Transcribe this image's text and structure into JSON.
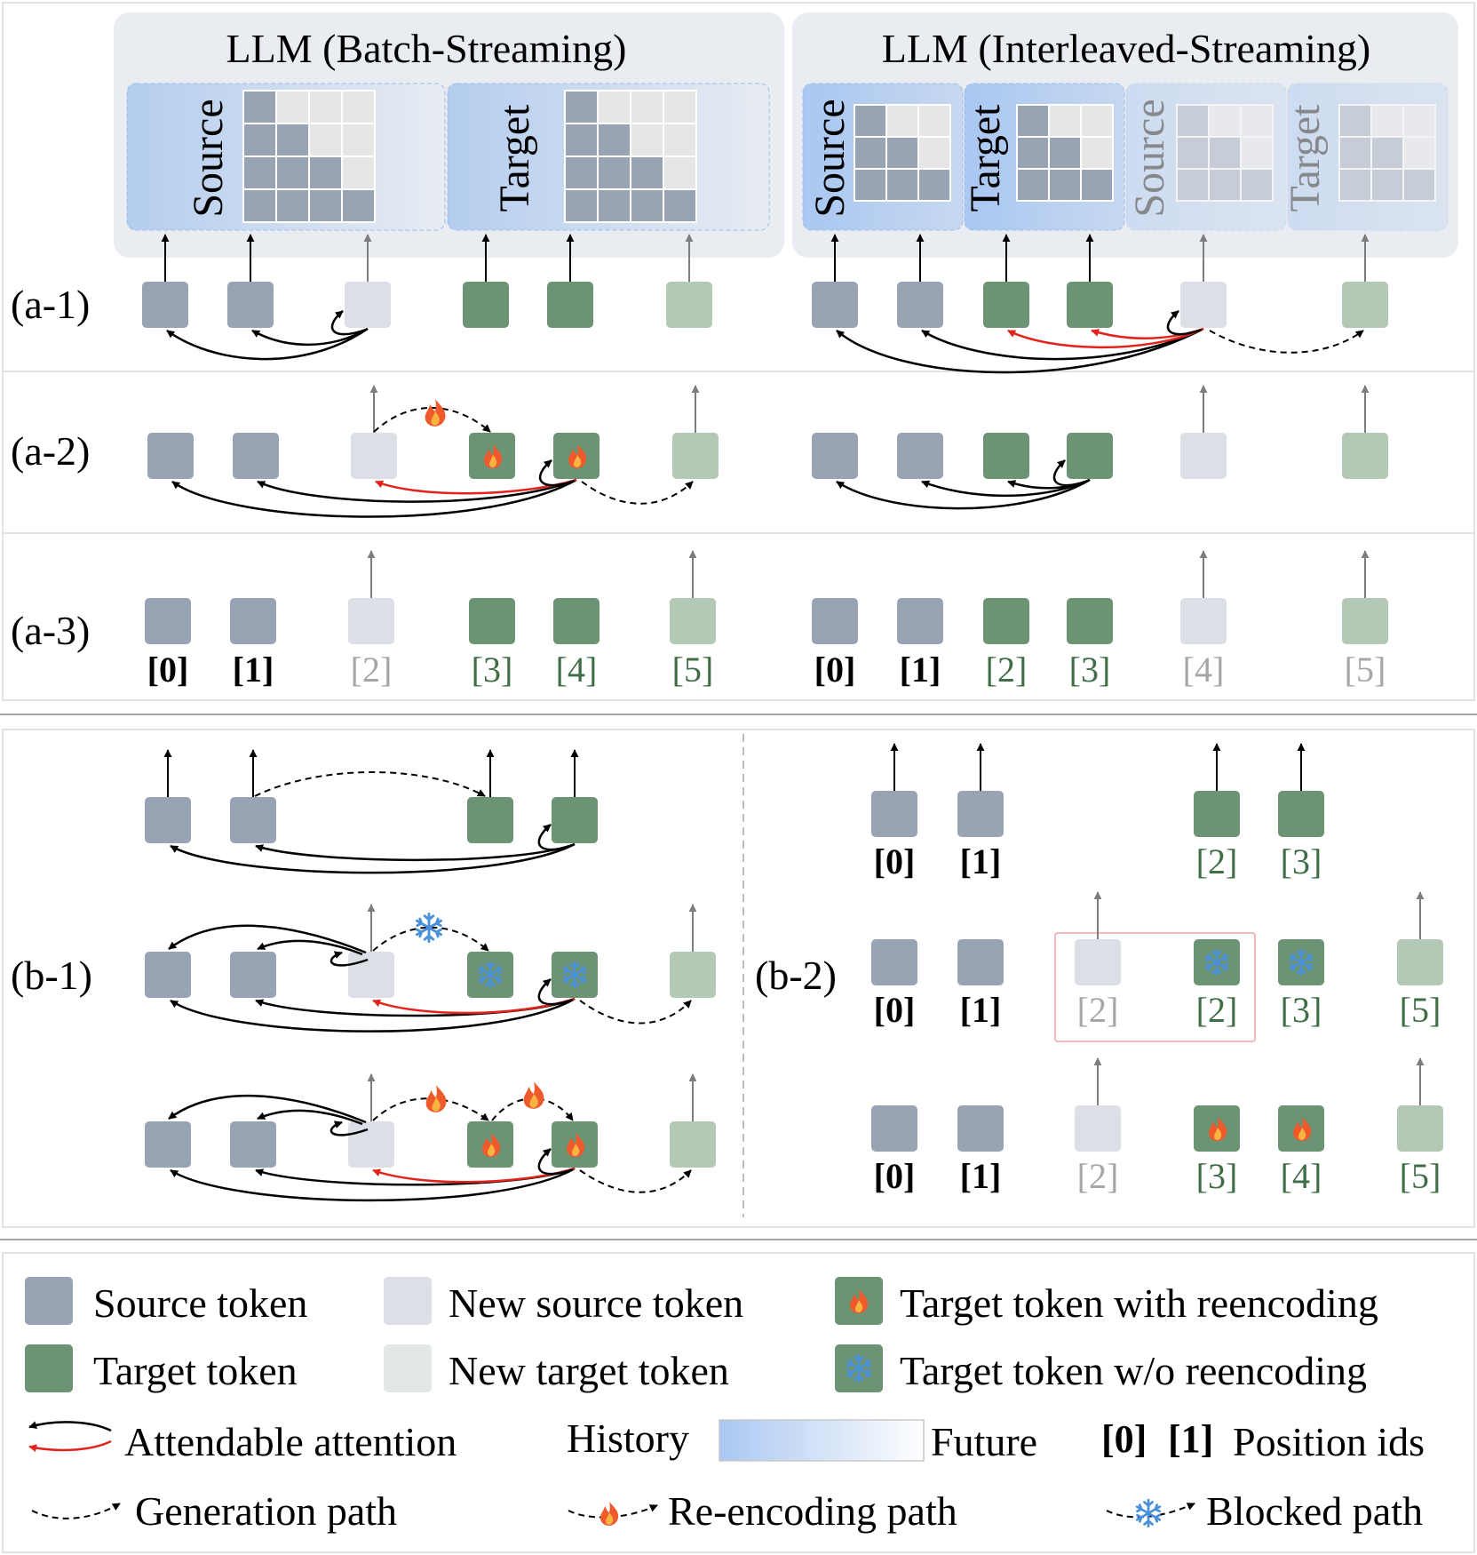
{
  "llm_titles": {
    "batch": "LLM (Batch-Streaming)",
    "interleaved": "LLM (Interleaved-Streaming)"
  },
  "block_labels": {
    "source": "Source",
    "target": "Target"
  },
  "row_labels": {
    "a1": "(a-1)",
    "a2": "(a-2)",
    "a3": "(a-3)",
    "b1": "(b-1)",
    "b2": "(b-2)"
  },
  "position_ids": {
    "a3_batch": [
      "[0]",
      "[1]",
      "[2]",
      "[3]",
      "[4]",
      "[5]"
    ],
    "a3_interleaved": [
      "[0]",
      "[1]",
      "[2]",
      "[3]",
      "[4]",
      "[5]"
    ],
    "b2_row1": [
      "[0]",
      "[1]",
      "[2]",
      "[3]"
    ],
    "b2_row2": [
      "[0]",
      "[1]",
      "[2]",
      "[2]",
      "[3]",
      "[5]"
    ],
    "b2_row3": [
      "[0]",
      "[1]",
      "[2]",
      "[3]",
      "[4]",
      "[5]"
    ]
  },
  "legend": {
    "source_token": "Source token",
    "new_source_token": "New source token",
    "target_reencoding": "Target token with reencoding",
    "target_token": "Target token",
    "new_target_token": "New target token",
    "target_no_reencoding": "Target token w/o reencoding",
    "attendable_attention": "Attendable attention",
    "history": "History",
    "future": "Future",
    "position_example_0": "[0]",
    "position_example_1": "[1]",
    "position_ids": "Position ids",
    "generation_path": "Generation path",
    "reencoding_path": "Re-encoding path",
    "blocked_path": "Blocked path"
  },
  "colors": {
    "source": "#98a3b4",
    "new_source": "#dcdfe6",
    "target": "#6c9373",
    "new_target": "#b3c9b5",
    "attention": "#000000",
    "reencode_attention": "#e3231b",
    "history": "#a9c7f1",
    "future": "#ffffff",
    "panel": "#e9ecf1",
    "position_black": "#000000",
    "position_gray": "#a6a6a6",
    "position_green": "#3f6e46",
    "frozen_icon": "#4a90d9",
    "fire_icon": "#ef5a2c"
  },
  "icons": {
    "reencode": "fire-icon",
    "blocked": "snowflake-icon"
  }
}
